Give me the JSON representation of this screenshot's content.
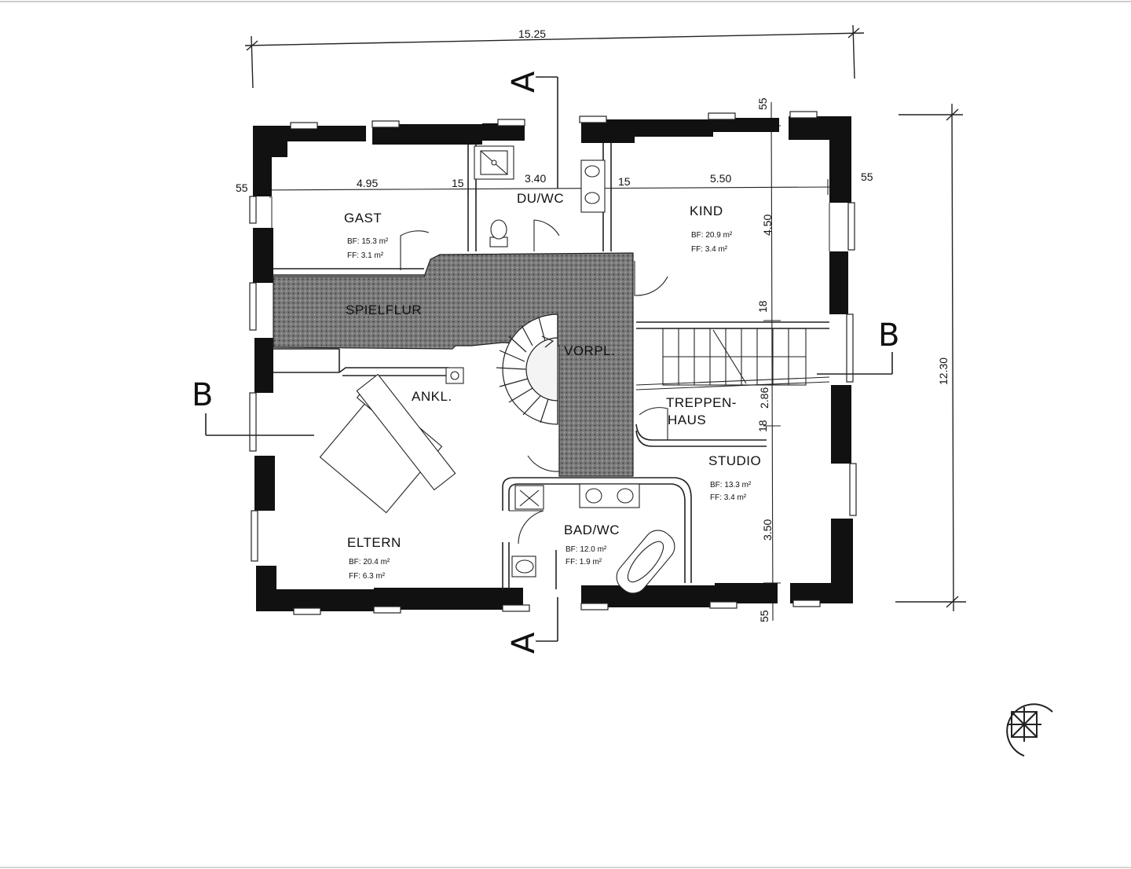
{
  "dimensions": {
    "width_total": "15.25",
    "height_total": "12.30",
    "wall_left": "55",
    "wall_right": "55",
    "wall_top": "55",
    "wall_bottom": "55",
    "gast_width": "4.95",
    "partition_1": "15",
    "du_wc_width": "3.40",
    "partition_2": "15",
    "kind_width": "5.50",
    "kind_depth": "4.50",
    "partition_3": "18",
    "treppenhaus_depth": "2.86",
    "partition_4": "18",
    "studio_depth": "3.50"
  },
  "rooms": {
    "gast": {
      "name": "GAST",
      "bf": "BF: 15.3 m²",
      "ff": "FF:  3.1 m²"
    },
    "du_wc": {
      "name": "DU/WC"
    },
    "kind": {
      "name": "KIND",
      "bf": "BF: 20.9 m²",
      "ff": "FF:  3.4 m²"
    },
    "spielflur": {
      "name": "SPIELFLUR"
    },
    "vorplatz": {
      "name": "VORPL."
    },
    "ankleide": {
      "name": "ANKL."
    },
    "treppenhaus": {
      "name_line1": "TREPPEN-",
      "name_line2": "HAUS"
    },
    "studio": {
      "name": "STUDIO",
      "bf": "BF: 13.3 m²",
      "ff": "FF:  3.4 m²"
    },
    "bad_wc": {
      "name": "BAD/WC",
      "bf": "BF: 12.0 m²",
      "ff": "FF:  1.9 m²"
    },
    "eltern": {
      "name": "ELTERN",
      "bf": "BF: 20.4 m²",
      "ff": "FF:  6.3 m²"
    }
  },
  "section_markers": {
    "a_top": "A",
    "a_bottom": "A",
    "b_left": "B",
    "b_right": "B"
  },
  "icons": {
    "north_arrow": "north-arrow-icon"
  }
}
